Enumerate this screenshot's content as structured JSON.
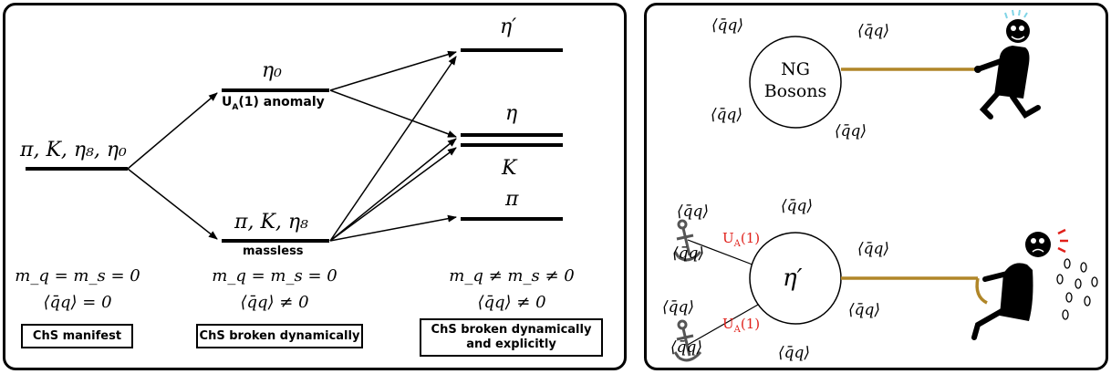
{
  "left_panel": {
    "levels": {
      "manifest": "π, K, η₈, η₀",
      "eta0": "η₀",
      "anomaly_prefix": "U",
      "anomaly_sub": "A",
      "anomaly_suffix": "(1) anomaly",
      "massless_multiplet": "π, K, η₈",
      "massless": "massless",
      "eta_prime": "η′",
      "eta": "η",
      "kaon": "K",
      "pion": "π"
    },
    "columns": [
      {
        "mass_condition": "m_q = m_s = 0",
        "condensate": "⟨q̄q⟩ = 0",
        "label": "ChS manifest"
      },
      {
        "mass_condition": "m_q = m_s = 0",
        "condensate": "⟨q̄q⟩ ≠ 0",
        "label": "ChS broken dynamically"
      },
      {
        "mass_condition": "m_q ≠ m_s ≠ 0",
        "condensate": "⟨q̄q⟩ ≠ 0",
        "label_line1": "ChS broken dynamically",
        "label_line2": "and explicitly"
      }
    ]
  },
  "right_panel": {
    "top": {
      "ng_line1": "NG",
      "ng_line2": "Bosons",
      "vevs": [
        "⟨q̄q⟩",
        "⟨q̄q⟩",
        "⟨q̄q⟩",
        "⟨q̄q⟩"
      ]
    },
    "bottom": {
      "center": "η′",
      "anomaly_labels": [
        {
          "main": "U",
          "sub": "A",
          "tail": "(1)"
        },
        {
          "main": "U",
          "sub": "A",
          "tail": "(1)"
        }
      ],
      "vevs": [
        "⟨q̄q⟩",
        "⟨q̄q⟩",
        "⟨q̄q⟩",
        "⟨q̄q⟩",
        "⟨q̄q⟩",
        "⟨q̄q⟩",
        "⟨q̄q⟩",
        "⟨q̄q⟩"
      ]
    },
    "colors": {
      "rope": "#b08628",
      "anomaly_text": "#e0201a",
      "sweat": "#7fd4e6"
    }
  }
}
